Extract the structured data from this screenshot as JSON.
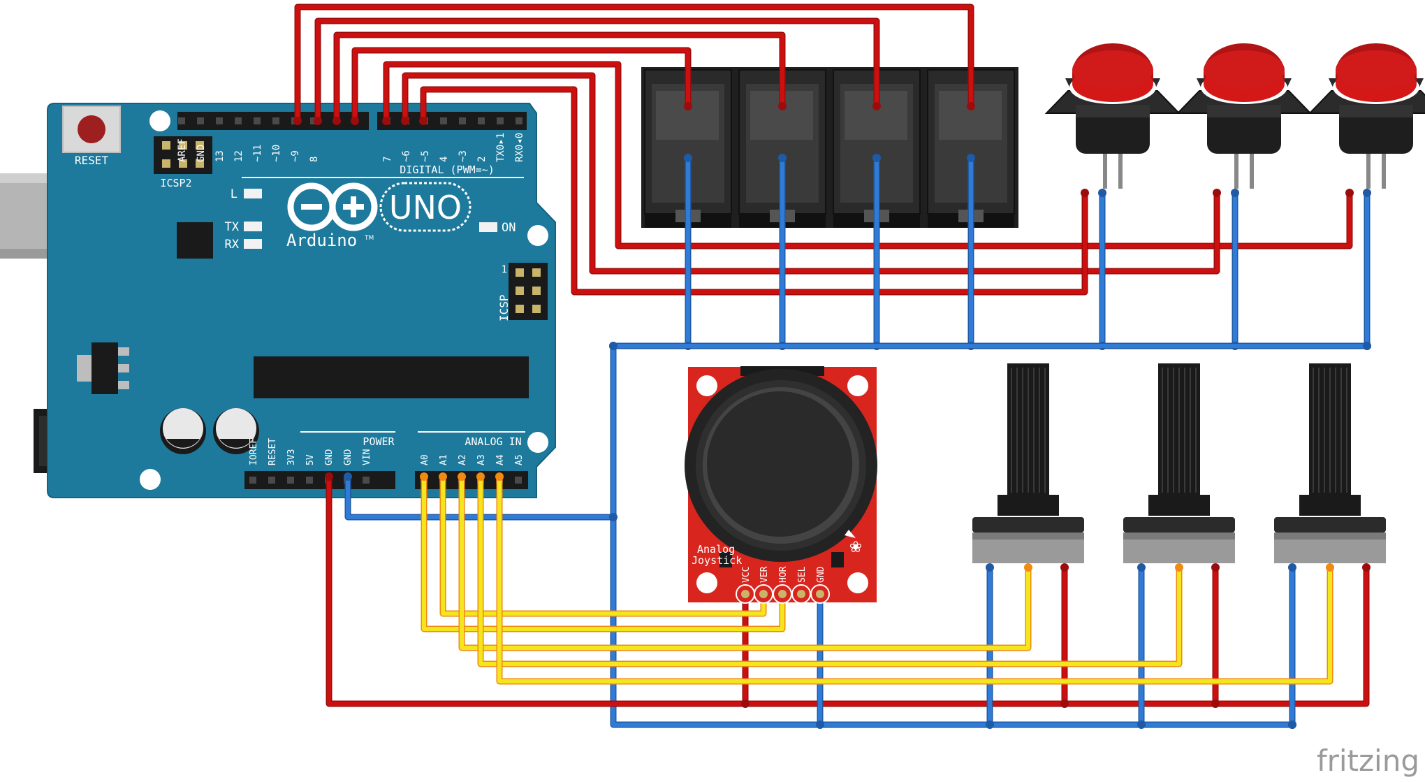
{
  "arduino": {
    "brand": "Arduino",
    "trademark": "TM",
    "model": "UNO",
    "reset_label": "RESET",
    "icsp2_label": "ICSP2",
    "icsp_label": "ICSP",
    "icsp_pin1": "1",
    "led_l": "L",
    "led_tx": "TX",
    "led_rx": "RX",
    "led_on": "ON",
    "digital_label": "DIGITAL (PWM=~)",
    "digital_pins": [
      "AREF",
      "GND",
      "13",
      "12",
      "~11",
      "~10",
      "~9",
      "8",
      "7",
      "~6",
      "~5",
      "4",
      "~3",
      "2",
      "TX0▸1",
      "RX0◂0"
    ],
    "power_label": "POWER",
    "power_pins": [
      "IOREF",
      "RESET",
      "3V3",
      "5V",
      "GND",
      "GND",
      "VIN"
    ],
    "analog_label": "ANALOG IN",
    "analog_pins": [
      "A0",
      "A1",
      "A2",
      "A3",
      "A4",
      "A5"
    ]
  },
  "joystick": {
    "label_line1": "Analog",
    "label_line2": "Joystick",
    "pins": [
      "VCC",
      "VER",
      "HOR",
      "SEL",
      "GND"
    ]
  },
  "switches": {
    "count": 4
  },
  "buttons": {
    "count": 3,
    "cap_color": "#d41818"
  },
  "potentiometers": {
    "count": 3
  },
  "wire_colors": {
    "red": "#cc1010",
    "blue": "#2f7bd6",
    "yellow": "#f4e51c"
  },
  "watermark": "fritzing"
}
